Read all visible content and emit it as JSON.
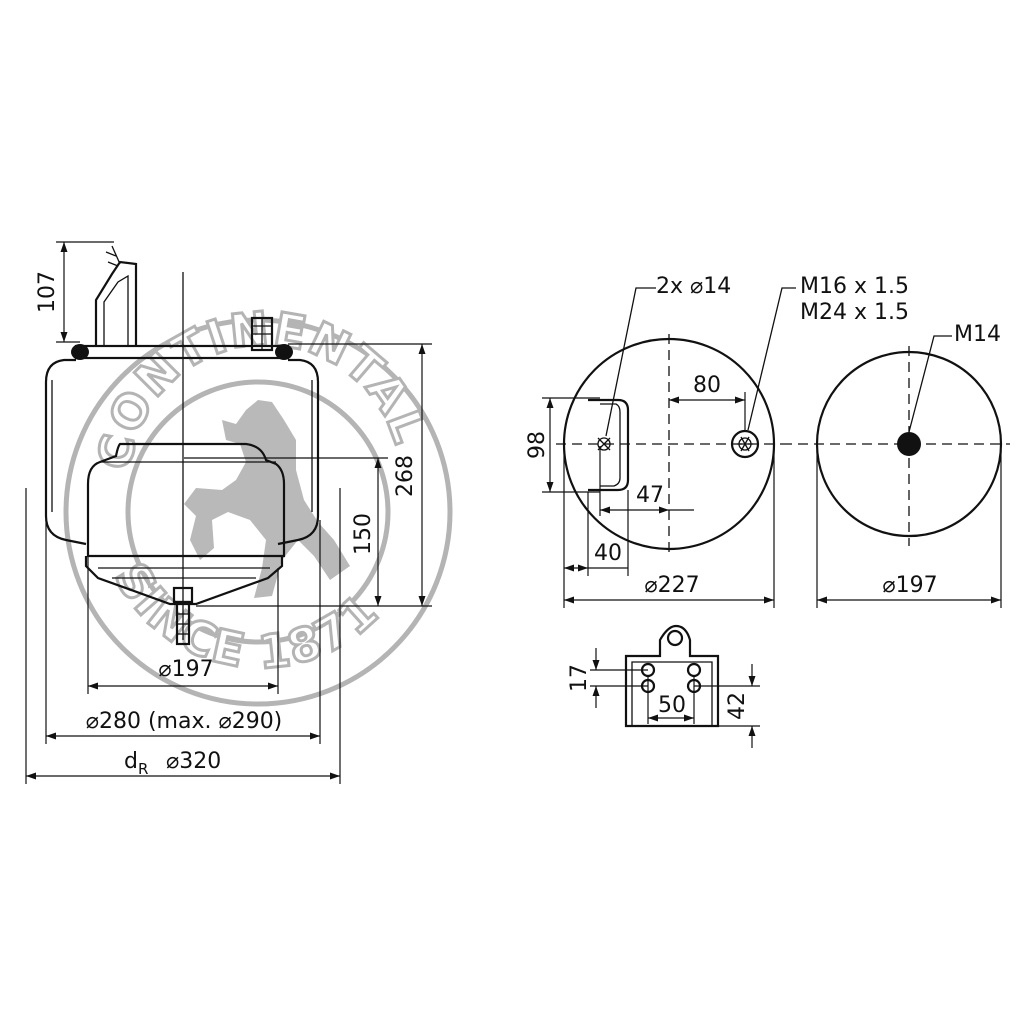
{
  "watermark": {
    "top_text": "CONTINENTAL",
    "bottom_text": "SINCE 1871",
    "color": "#b4b4b4"
  },
  "side_view": {
    "dim_height_bracket": "107",
    "dim_height_total": "268",
    "dim_height_piston": "150",
    "dim_piston_dia": "⌀197",
    "dim_bellow_dia": "⌀280 (max. ⌀290)",
    "dim_dr_prefix": "d",
    "dim_dr_sub": "R",
    "dim_dr_value": "⌀320"
  },
  "top_plate": {
    "label_holes": "2x ⌀14",
    "label_thread_1": "M16 x 1.5",
    "label_thread_2": "M24 x 1.5",
    "dim_offset_80": "80",
    "dim_height_98": "98",
    "dim_offset_47": "47",
    "dim_offset_40": "40",
    "dim_plate_dia": "⌀227"
  },
  "bottom_plate": {
    "label_thread": "M14",
    "dim_plate_dia": "⌀197"
  },
  "bracket_detail": {
    "dim_17": "17",
    "dim_50": "50",
    "dim_42": "42"
  }
}
